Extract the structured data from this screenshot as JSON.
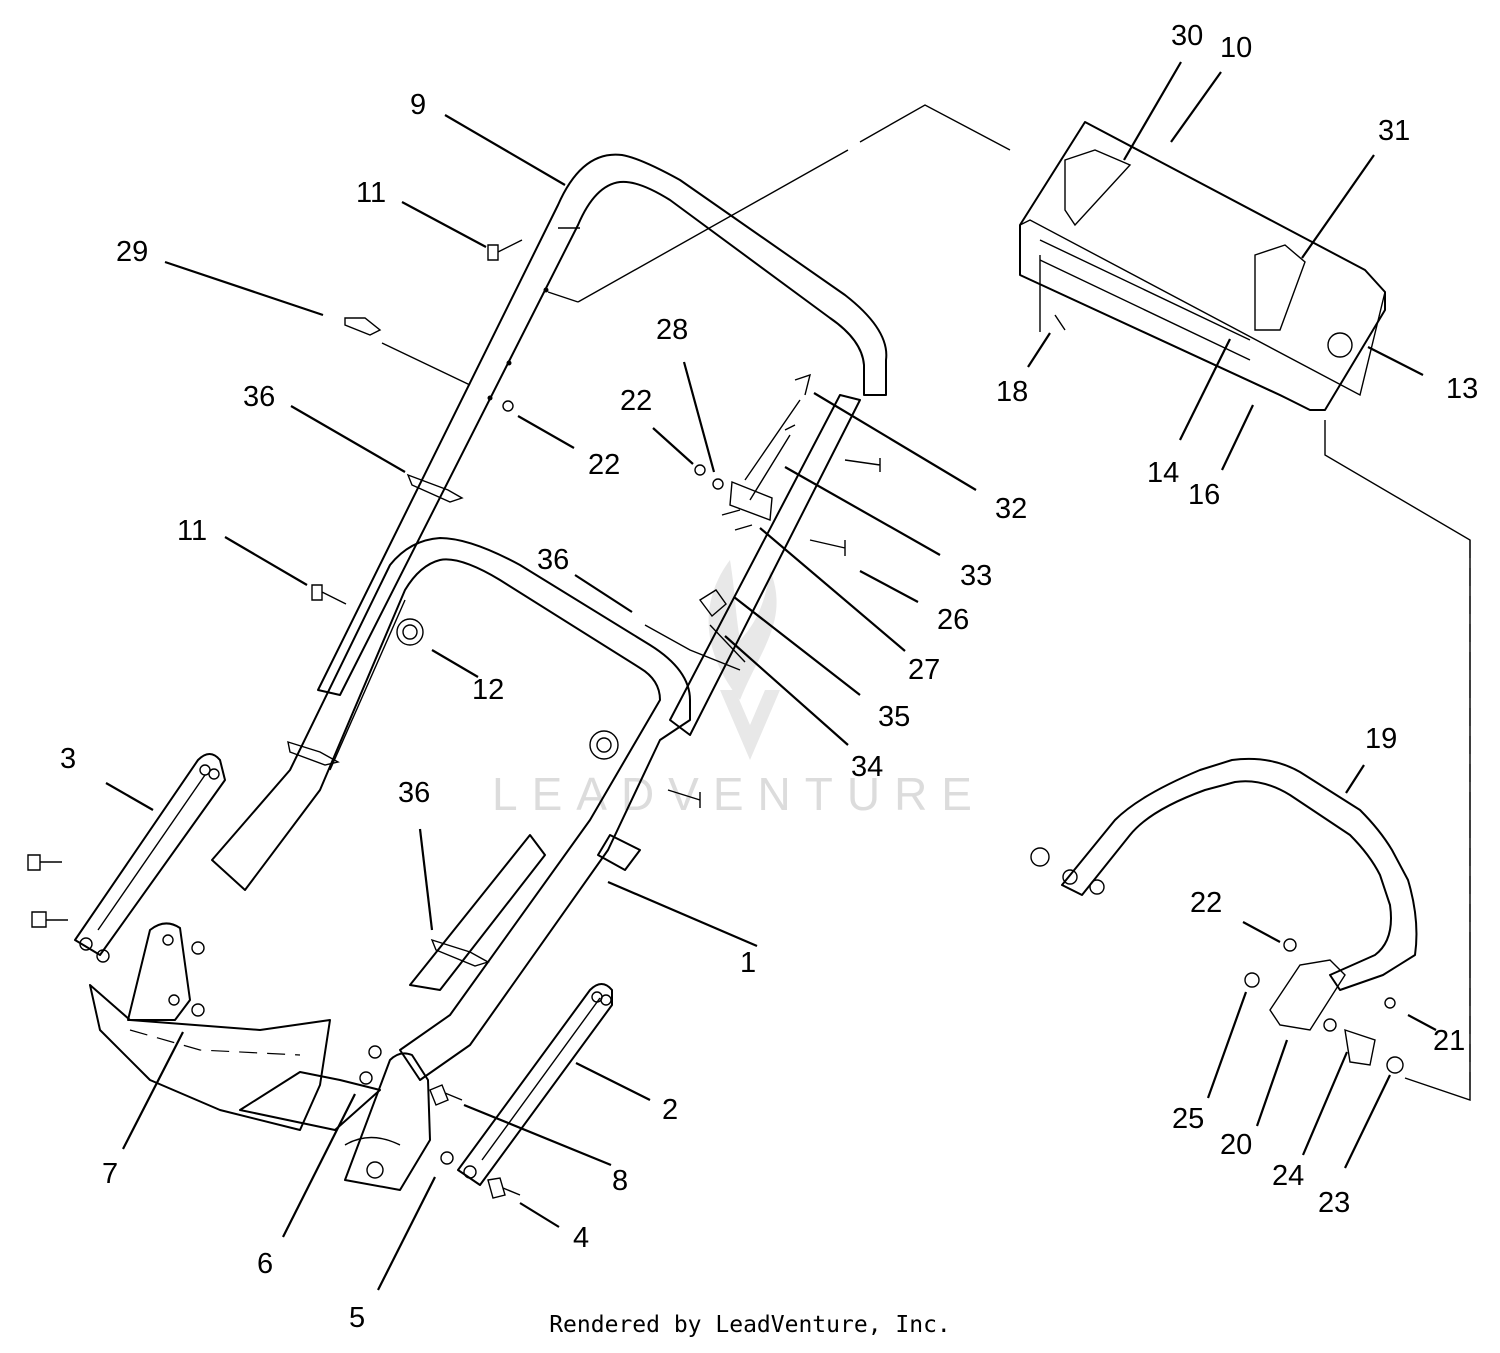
{
  "watermark": "LEADVENTURE",
  "footer": "Rendered by LeadVenture, Inc.",
  "callouts": [
    {
      "id": "c1",
      "label": "1"
    },
    {
      "id": "c2",
      "label": "2"
    },
    {
      "id": "c3",
      "label": "3"
    },
    {
      "id": "c4",
      "label": "4"
    },
    {
      "id": "c5",
      "label": "5"
    },
    {
      "id": "c6",
      "label": "6"
    },
    {
      "id": "c7",
      "label": "7"
    },
    {
      "id": "c8",
      "label": "8"
    },
    {
      "id": "c9",
      "label": "9"
    },
    {
      "id": "c10",
      "label": "10"
    },
    {
      "id": "c11a",
      "label": "11"
    },
    {
      "id": "c11b",
      "label": "11"
    },
    {
      "id": "c12",
      "label": "12"
    },
    {
      "id": "c13",
      "label": "13"
    },
    {
      "id": "c14",
      "label": "14"
    },
    {
      "id": "c16",
      "label": "16"
    },
    {
      "id": "c18",
      "label": "18"
    },
    {
      "id": "c19",
      "label": "19"
    },
    {
      "id": "c20",
      "label": "20"
    },
    {
      "id": "c21",
      "label": "21"
    },
    {
      "id": "c22a",
      "label": "22"
    },
    {
      "id": "c22b",
      "label": "22"
    },
    {
      "id": "c22c",
      "label": "22"
    },
    {
      "id": "c23",
      "label": "23"
    },
    {
      "id": "c24",
      "label": "24"
    },
    {
      "id": "c25",
      "label": "25"
    },
    {
      "id": "c26",
      "label": "26"
    },
    {
      "id": "c27",
      "label": "27"
    },
    {
      "id": "c28",
      "label": "28"
    },
    {
      "id": "c29",
      "label": "29"
    },
    {
      "id": "c30",
      "label": "30"
    },
    {
      "id": "c31",
      "label": "31"
    },
    {
      "id": "c32",
      "label": "32"
    },
    {
      "id": "c33",
      "label": "33"
    },
    {
      "id": "c34",
      "label": "34"
    },
    {
      "id": "c35",
      "label": "35"
    },
    {
      "id": "c36a",
      "label": "36"
    },
    {
      "id": "c36b",
      "label": "36"
    },
    {
      "id": "c36c",
      "label": "36"
    }
  ]
}
